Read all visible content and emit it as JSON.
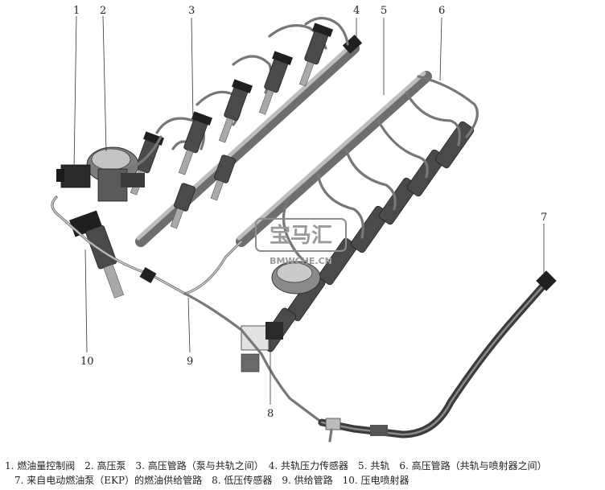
{
  "callouts": [
    "1",
    "2",
    "3",
    "4",
    "5",
    "6",
    "7",
    "8",
    "9",
    "10"
  ],
  "watermark": {
    "logo_text": "宝马汇",
    "site": "BMWCHE.CN"
  },
  "caption": {
    "line1": "1. 燃油量控制阀　2. 高压泵　3. 高压管路（泵与共轨之间）　4. 共轨压力传感器　5. 共轨　6. 高压管路（共轨与喷射器之间）",
    "line2": "　7. 来自电动燃油泵（EKP）的燃油供给管路　8. 低压传感器　9. 供给管路　10. 压电喷射器"
  }
}
